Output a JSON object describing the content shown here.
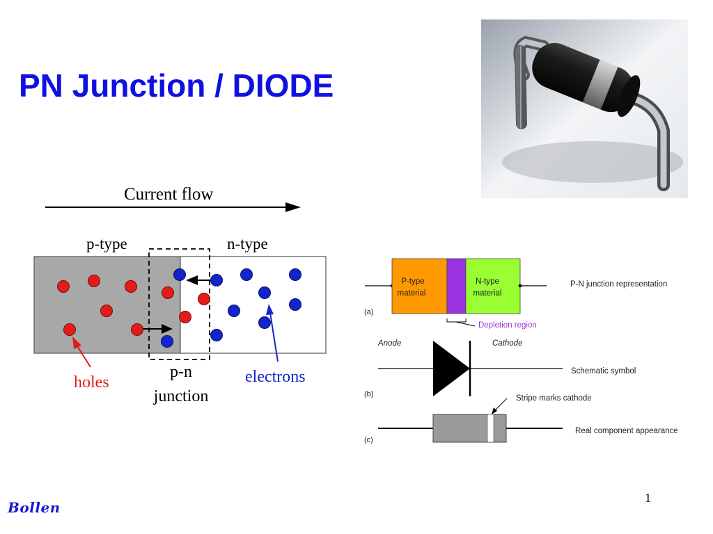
{
  "slide": {
    "title": "PN Junction / DIODE",
    "page_number": "1",
    "author": "Bollen"
  },
  "pn_figure": {
    "current_flow_label": "Current flow",
    "p_type_label": "p-type",
    "n_type_label": "n-type",
    "holes_label": "holes",
    "electrons_label": "electrons",
    "junction_label_line1": "p-n",
    "junction_label_line2": "junction"
  },
  "schematic": {
    "a": {
      "letter": "(a)",
      "p_type_line1": "P-type",
      "p_type_line2": "material",
      "n_type_line1": "N-type",
      "n_type_line2": "material",
      "depletion_label": "Depletion region",
      "description": "P-N junction representation"
    },
    "b": {
      "letter": "(b)",
      "anode_label": "Anode",
      "cathode_label": "Cathode",
      "description": "Schematic symbol"
    },
    "c": {
      "letter": "(c)",
      "stripe_label": "Stripe marks cathode",
      "description": "Real component appearance"
    }
  },
  "colors": {
    "title": "#1010e0",
    "hole": "#e31b1b",
    "electron": "#1424cc",
    "p_region": "#a8a8a8",
    "p_type_material": "#ff9900",
    "depletion": "#9a32e0",
    "n_type_material": "#99ff33"
  }
}
